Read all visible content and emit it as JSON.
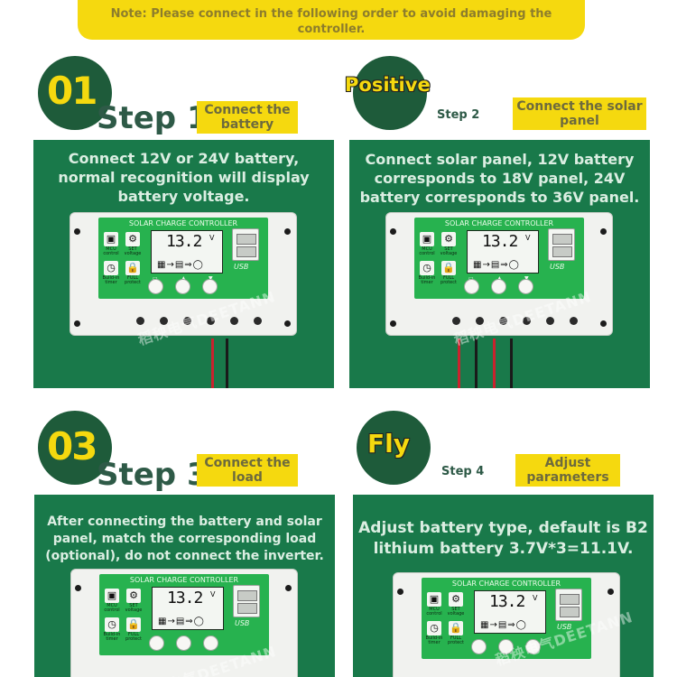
{
  "note": "Note: Please connect in the following order to avoid damaging the controller.",
  "steps": [
    {
      "badge": "01",
      "title": "Step 1",
      "tag": "Connect the battery",
      "desc": "Connect 12V or 24V battery, normal recognition will display battery voltage."
    },
    {
      "badge": "Positive",
      "title": "Step 2",
      "tag": "Connect the solar panel",
      "desc": "Connect solar panel, 12V battery corresponds to 18V panel, 24V battery corresponds to 36V panel."
    },
    {
      "badge": "03",
      "title": "Step 3",
      "tag": "Connect the load",
      "desc": "After connecting the battery and solar panel, match the corresponding load (optional), do not connect the inverter."
    },
    {
      "badge": "Fly",
      "title": "Step 4",
      "tag": "Adjust parameters",
      "desc": "Adjust battery type, default is B2 lithium battery 3.7V*3=11.1V."
    }
  ],
  "device": {
    "board_title": "SOLAR CHARGE CONTROLLER",
    "lcd_value": "13.2",
    "lcd_unit": "V",
    "mcu_label": "MCU control",
    "set_label": "SET voltage",
    "timer_label": "Build-in timer",
    "protect_label": "FULL protect",
    "usb_label": "USB",
    "watermark": "稻秧电气DEETANN"
  },
  "colors": {
    "accent_yellow": "#f5d90f",
    "panel_green": "#19794a",
    "badge_green": "#1e5b3a",
    "board_green": "#27b24f"
  }
}
